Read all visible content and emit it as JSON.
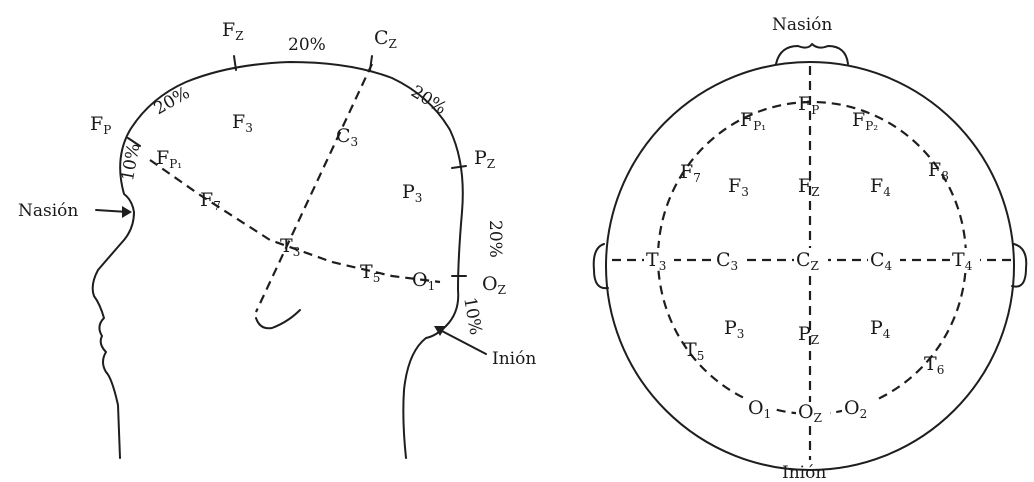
{
  "side_view": {
    "electrodes": {
      "fz": {
        "main": "F",
        "sub": "Z"
      },
      "cz": {
        "main": "C",
        "sub": "Z"
      },
      "fp_top": {
        "main": "F",
        "sub": "P"
      },
      "fp1": {
        "main": "F",
        "sub": "P₁"
      },
      "f3": {
        "main": "F",
        "sub": "3"
      },
      "c3": {
        "main": "C",
        "sub": "3"
      },
      "f7": {
        "main": "F",
        "sub": "7"
      },
      "t3": {
        "main": "T",
        "sub": "3"
      },
      "p3": {
        "main": "P",
        "sub": "3"
      },
      "pz": {
        "main": "P",
        "sub": "Z"
      },
      "t5": {
        "main": "T",
        "sub": "5"
      },
      "o1": {
        "main": "O",
        "sub": "1"
      },
      "oz": {
        "main": "O",
        "sub": "Z"
      }
    },
    "percent_labels": [
      "20%",
      "20%",
      "20%",
      "20%",
      "10%",
      "10%"
    ],
    "nasion_label": "Nasión",
    "inion_label": "Inión"
  },
  "top_view": {
    "nasion_label": "Nasión",
    "inion_label": "Inión",
    "electrodes": {
      "fp": {
        "main": "F",
        "sub": "P"
      },
      "fp1": {
        "main": "F",
        "sub": "P₁"
      },
      "fp2": {
        "main": "F",
        "sub": "P₂"
      },
      "f7": {
        "main": "F",
        "sub": "7"
      },
      "f3": {
        "main": "F",
        "sub": "3"
      },
      "fz": {
        "main": "F",
        "sub": "Z"
      },
      "f4": {
        "main": "F",
        "sub": "4"
      },
      "f8": {
        "main": "F",
        "sub": "8"
      },
      "t3": {
        "main": "T",
        "sub": "3"
      },
      "c3": {
        "main": "C",
        "sub": "3"
      },
      "cz": {
        "main": "C",
        "sub": "Z"
      },
      "c4": {
        "main": "C",
        "sub": "4"
      },
      "t4": {
        "main": "T",
        "sub": "4"
      },
      "p3": {
        "main": "P",
        "sub": "3"
      },
      "pz": {
        "main": "P",
        "sub": "Z"
      },
      "p4": {
        "main": "P",
        "sub": "4"
      },
      "t5": {
        "main": "T",
        "sub": "5"
      },
      "t6": {
        "main": "T",
        "sub": "6"
      },
      "o1": {
        "main": "O",
        "sub": "1"
      },
      "oz": {
        "main": "O",
        "sub": "Z"
      },
      "o2": {
        "main": "O",
        "sub": "2"
      }
    }
  }
}
